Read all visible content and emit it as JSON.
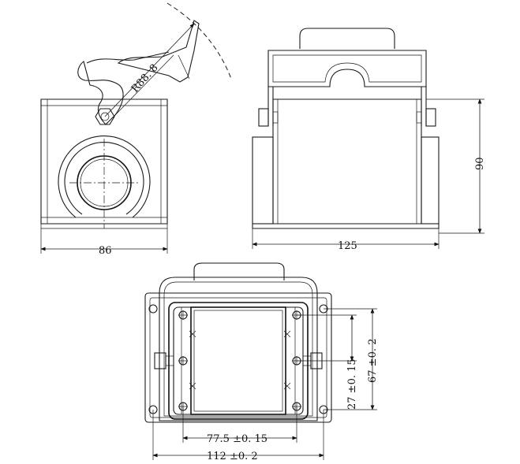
{
  "drawing": {
    "views": {
      "side": {
        "dim_width": "86",
        "dim_radius": "R88. 8"
      },
      "front": {
        "dim_width": "125",
        "dim_height": "90"
      },
      "top": {
        "dim_hole_x": "77.5  ±0. 15",
        "dim_overall_x": "112  ±0. 2",
        "dim_hole_y": "27  ±0. 15",
        "dim_overall_y": "67  ±0. 2"
      }
    }
  }
}
